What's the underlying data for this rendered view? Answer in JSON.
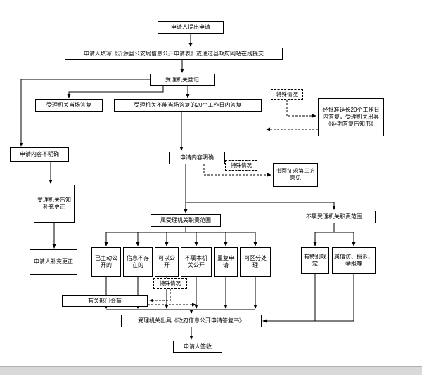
{
  "nodes": {
    "submit": "申请人提出申请",
    "fill_form": "申请人填写《沂源县公安局信息公开申请表》或通过县政府网站在线提交",
    "register": "受理机关登记",
    "onspot_reply": "受理机关当场答复",
    "not_onspot_reply": "受理机关不能当场答复的20个工作日内答复",
    "special_case_1": "特殊情况",
    "extension": "经批准延长20个工作日内答复，受理机关出具《延期答复告知书》",
    "content_unclear": "申请内容不明确",
    "content_clear": "申请内容明确",
    "special_case_2": "特殊情况",
    "third_party": "书面征求第三方意见",
    "notify_correction": "受理机关告知补充更正",
    "in_scope": "属受理机关职责范围",
    "out_of_scope": "不属受理机关职责范围",
    "applicant_correction": "申请人补充更正",
    "already_disclosed": "已主动公开的",
    "info_not_exist": "信息不存在的",
    "can_disclose": "可以公开",
    "not_this_agency": "不属本机关公开",
    "repeated_application": "重复申请",
    "separable_handling": "可区分处理",
    "special_provisions": "有特别规定",
    "petition_complaint": "属信访、投诉、举报等",
    "special_case_3": "特殊情况",
    "dept_consultation": "有关部门会商",
    "issue_reply": "受理机关出具《政府信息公开申请答复书》",
    "sign_receipt": "申请人签收"
  },
  "colors": {
    "line": "#000000",
    "box_background": "#ffffff",
    "page_background": "#ffffff",
    "bottom_bar": "#d9d9d9"
  }
}
